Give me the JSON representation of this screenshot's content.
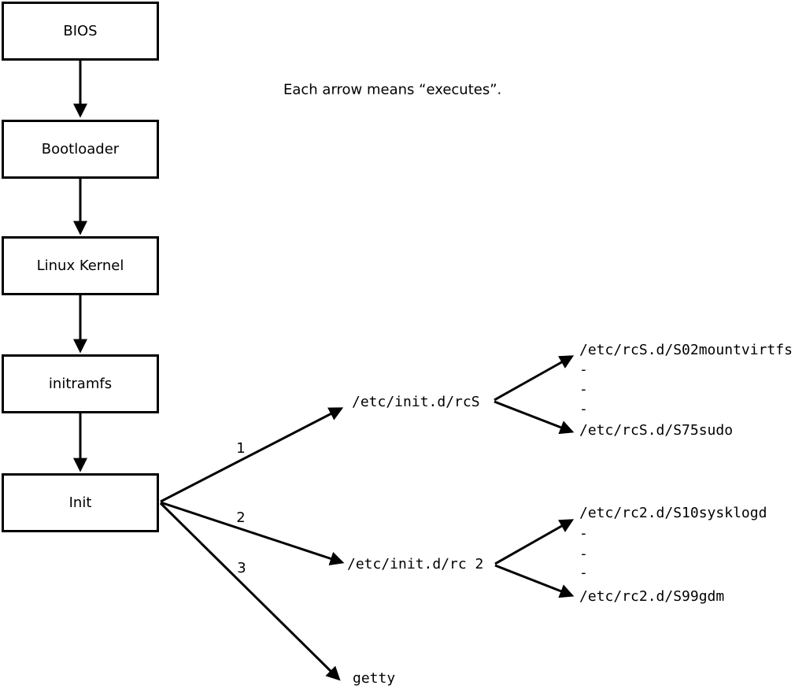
{
  "diagram": {
    "note": "Each arrow means “executes”.",
    "chain": [
      {
        "label": "BIOS"
      },
      {
        "label": "Bootloader"
      },
      {
        "label": "Linux Kernel"
      },
      {
        "label": "initramfs"
      },
      {
        "label": "Init"
      }
    ],
    "branches": [
      {
        "number": "1",
        "target": "/etc/init.d/rcS"
      },
      {
        "number": "2",
        "target": "/etc/init.d/rc 2"
      },
      {
        "number": "3",
        "target": "getty"
      }
    ],
    "rcS_scripts": {
      "first": "/etc/rcS.d/S02mountvirtfs",
      "dots": [
        "-",
        "-",
        "-"
      ],
      "last": "/etc/rcS.d/S75sudo"
    },
    "rc2_scripts": {
      "first": "/etc/rc2.d/S10sysklogd",
      "dots": [
        "-",
        "-",
        "-"
      ],
      "last": "/etc/rc2.d/S99gdm"
    },
    "line_color": "#000000",
    "background_color": "#ffffff"
  }
}
